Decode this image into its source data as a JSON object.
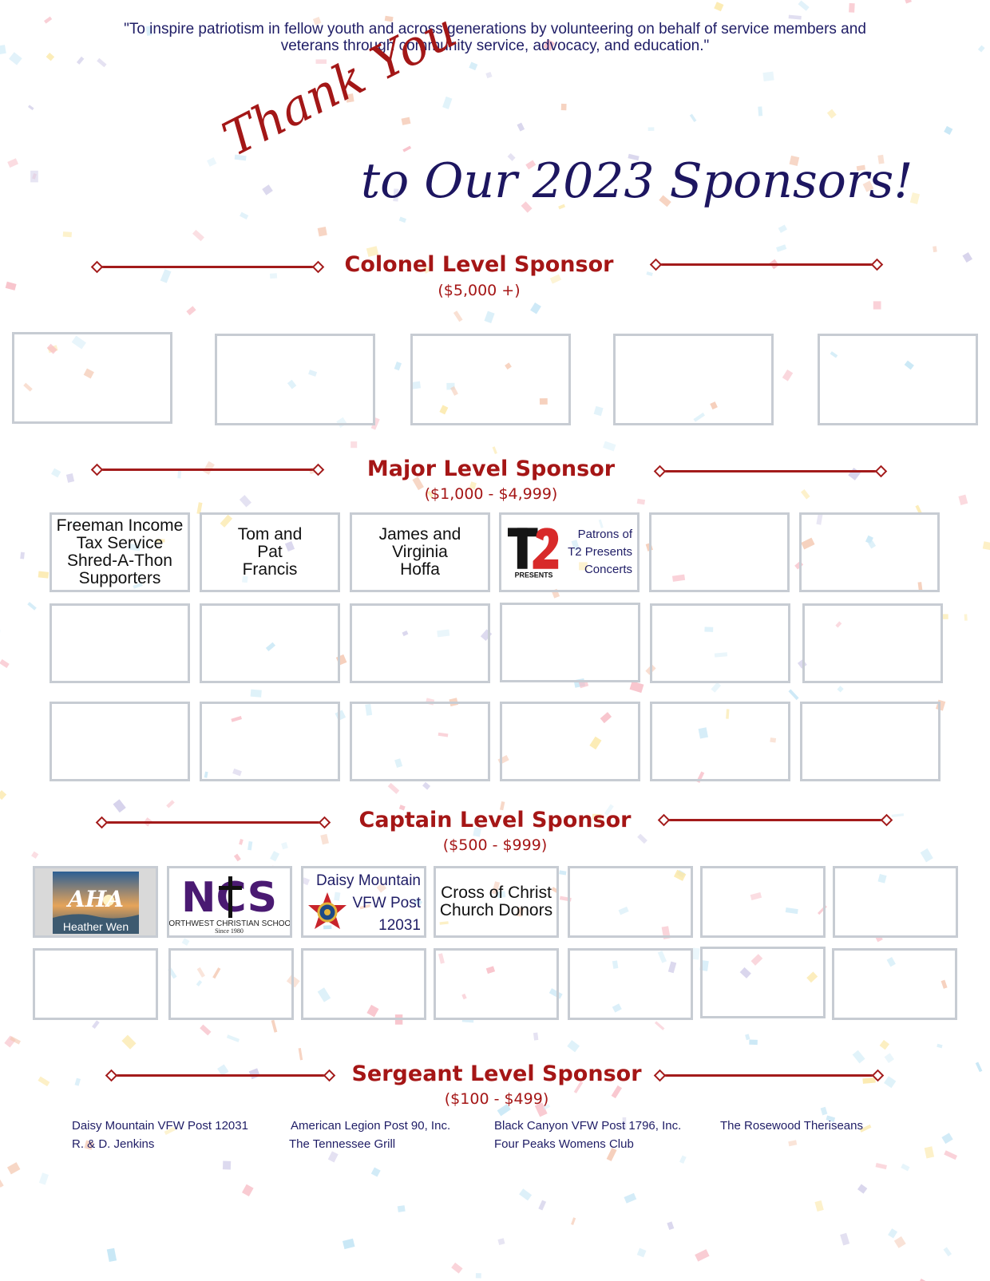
{
  "mission": "\"To inspire patriotism in fellow youth and across generations by volunteering on behalf of service members and veterans through community service, advocacy, and education.\"",
  "headline": {
    "line1": "Thank You",
    "line2": "to Our 2023 Sponsors!"
  },
  "colors": {
    "red": "#a51616",
    "navy": "#1f1d66",
    "box_border": "#c7ccd3"
  },
  "tiers": {
    "colonel": {
      "title": "Colonel Level Sponsor",
      "range": "($5,000 +)"
    },
    "major": {
      "title": "Major Level Sponsor",
      "range": "($1,000 - $4,999)",
      "sponsors": [
        "Freeman Income Tax Service Shred-A-Thon Supporters",
        "Tom and Pat Francis",
        "James and Virginia Hoffa"
      ],
      "t2": {
        "logo_text": "PRESENTS",
        "text": "Patrons of T2 Presents Concerts"
      }
    },
    "captain": {
      "title": "Captain Level Sponsor",
      "range": "($500 - $999)",
      "aha": {
        "logo_letters": "AHA",
        "caption": "Heather Wen"
      },
      "ncs": {
        "logo_letters": "NCS",
        "line1": "NORTHWEST CHRISTIAN SCHOOL",
        "line2": "Since 1980"
      },
      "vfw": "Daisy Mountain VFW Post 12031",
      "cross": "Cross of Christ Church Donors"
    },
    "sergeant": {
      "title": "Sergeant Level Sponsor",
      "range": "($100 - $499)",
      "names": [
        "Daisy Mountain VFW Post 12031",
        "R. & D. Jenkins",
        "American Legion Post 90, Inc.",
        "The Tennessee Grill",
        "Black Canyon VFW Post 1796, Inc.",
        "Four Peaks Womens Club",
        "The Rosewood Theriseans"
      ]
    }
  }
}
